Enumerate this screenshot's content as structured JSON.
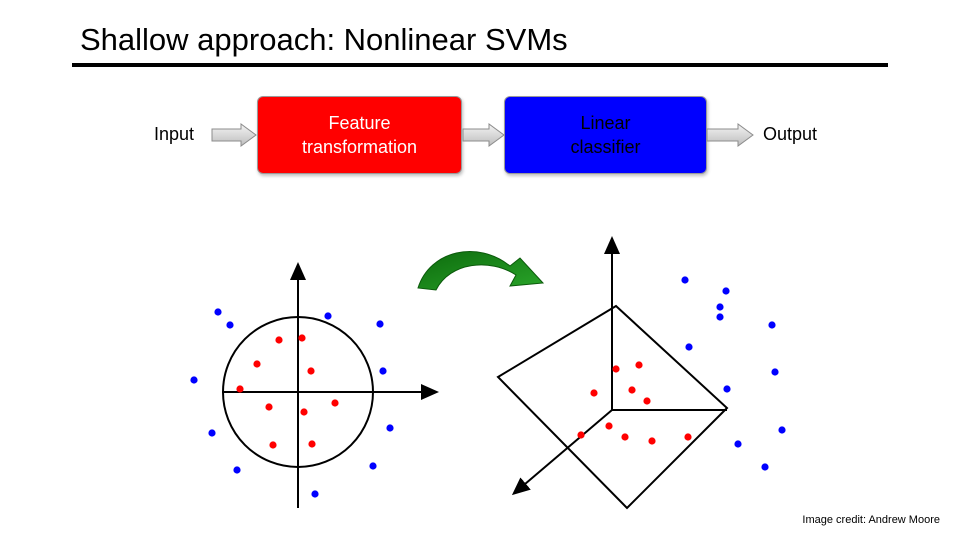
{
  "title": "Shallow approach: Nonlinear SVMs",
  "pipeline": {
    "input_label": "Input",
    "feature_box": {
      "line1": "Feature",
      "line2": "transformation",
      "color": "#ff0000"
    },
    "classifier_box": {
      "line1": "Linear",
      "line2": "classifier",
      "color": "#0000ff"
    },
    "output_label": "Output"
  },
  "colors": {
    "class_a": "#ff0000",
    "class_b": "#0000ff",
    "mapping_arrow": "#1a8a1a"
  },
  "credit": "Image credit: Andrew Moore"
}
